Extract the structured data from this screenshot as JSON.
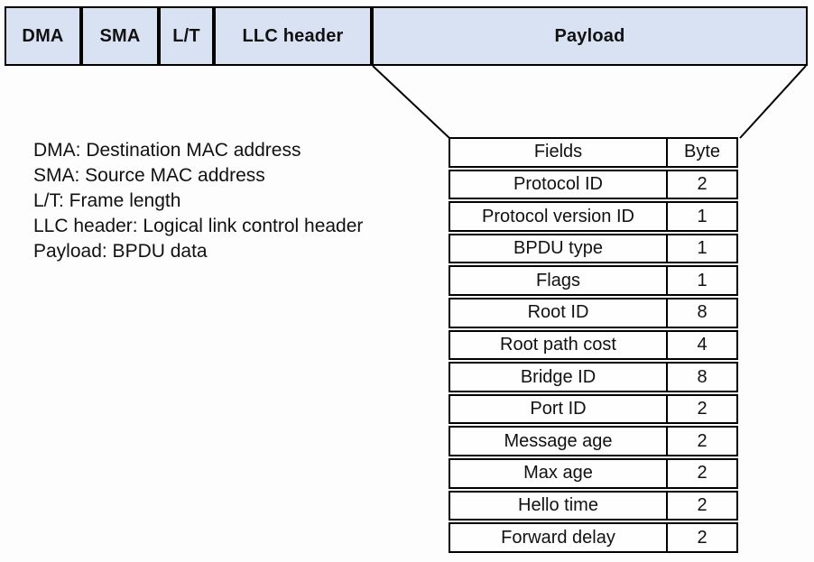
{
  "diagram": {
    "title_semantic": "BPDU frame format diagram",
    "frame_bar": {
      "cells": [
        {
          "label": "DMA"
        },
        {
          "label": "SMA"
        },
        {
          "label": "L/T"
        },
        {
          "label": "LLC header"
        },
        {
          "label": "Payload"
        }
      ]
    },
    "legend": {
      "lines": [
        "DMA: Destination MAC address",
        "SMA: Source MAC address",
        "L/T: Frame length",
        "LLC header: Logical link control header",
        "Payload: BPDU data"
      ]
    },
    "payload_table": {
      "headers": {
        "field": "Fields",
        "byte": "Byte"
      },
      "rows": [
        {
          "field": "Protocol ID",
          "byte": "2"
        },
        {
          "field": "Protocol version ID",
          "byte": "1"
        },
        {
          "field": "BPDU type",
          "byte": "1"
        },
        {
          "field": "Flags",
          "byte": "1"
        },
        {
          "field": "Root ID",
          "byte": "8"
        },
        {
          "field": "Root path cost",
          "byte": "4"
        },
        {
          "field": "Bridge ID",
          "byte": "8"
        },
        {
          "field": "Port ID",
          "byte": "2"
        },
        {
          "field": "Message age",
          "byte": "2"
        },
        {
          "field": "Max age",
          "byte": "2"
        },
        {
          "field": "Hello time",
          "byte": "2"
        },
        {
          "field": "Forward delay",
          "byte": "2"
        }
      ]
    },
    "colors": {
      "cell_fill": "#d9e2f3",
      "border": "#000000",
      "background": "#fdfdfd",
      "text": "#111111"
    }
  }
}
